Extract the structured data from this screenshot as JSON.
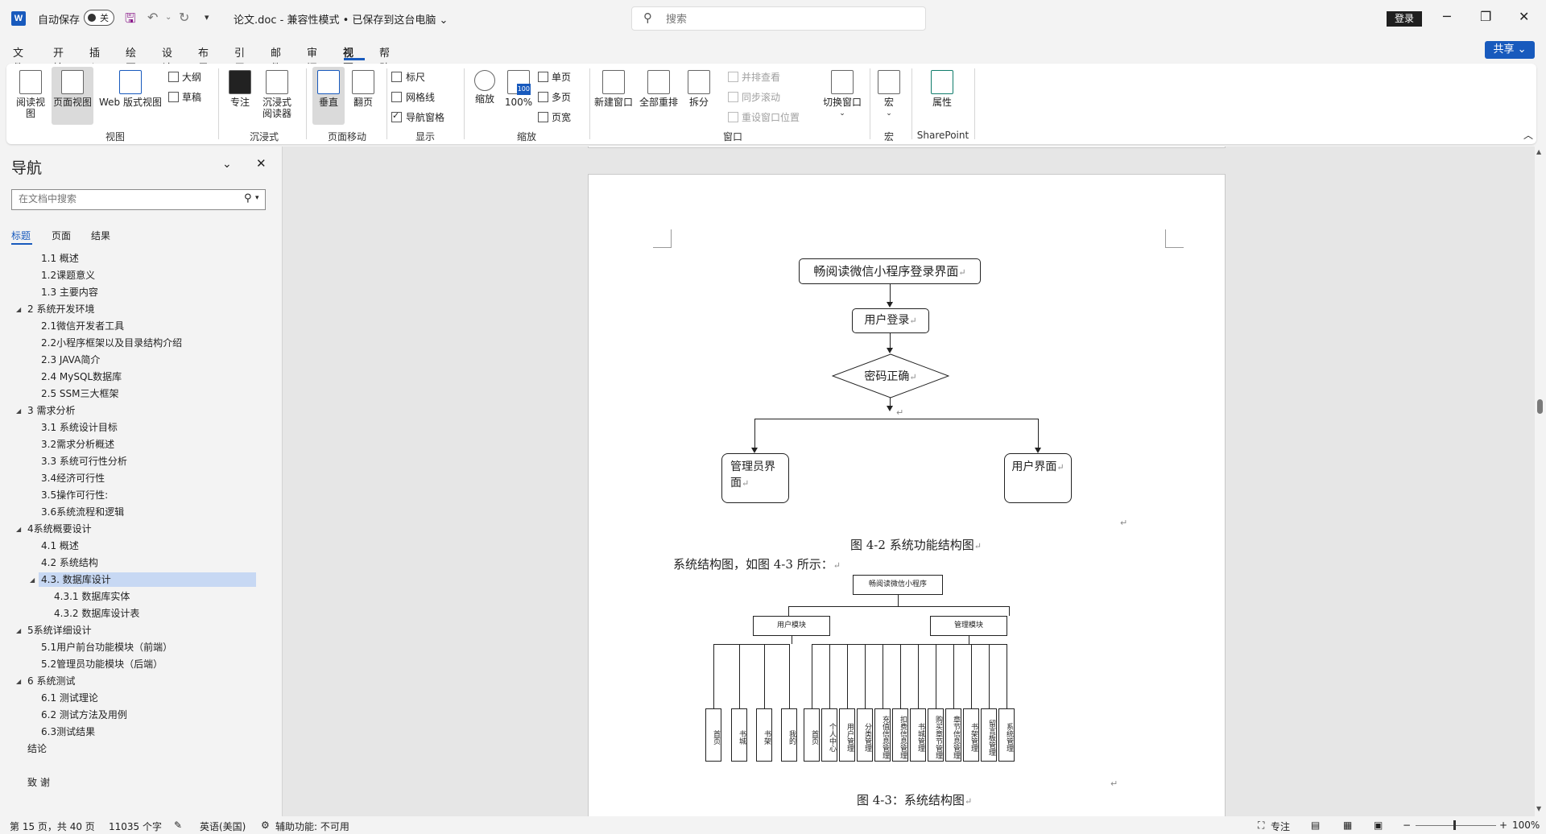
{
  "titlebar": {
    "app_logo": "W",
    "autosave_label": "自动保存",
    "autosave_state": "关",
    "document_title": "论文.doc - 兼容性模式 • 已保存到这台电脑 ⌄",
    "search_placeholder": "搜索",
    "login_label": "登录",
    "minimize": "─",
    "restore": "❐",
    "close": "✕"
  },
  "menu": {
    "items": [
      "文件",
      "开始",
      "插入",
      "绘图",
      "设计",
      "布局",
      "引用",
      "邮件",
      "审阅",
      "视图",
      "帮助"
    ],
    "active": "视图",
    "share_label": "共享 ⌄"
  },
  "ribbon": {
    "views": {
      "read": "阅读视图",
      "print": "页面视图",
      "web": "Web 版式视图",
      "outline": "大纲",
      "draft": "草稿",
      "group_label": "视图"
    },
    "immersive": {
      "focus": "专注",
      "reader": "沉浸式阅读器",
      "group_label": "沉浸式"
    },
    "page_move": {
      "vertical": "垂直",
      "side": "翻页",
      "group_label": "页面移动"
    },
    "show": {
      "ruler": "标尺",
      "gridlines": "网格线",
      "nav_pane": "导航窗格",
      "nav_pane_checked": true,
      "group_label": "显示"
    },
    "zoom": {
      "zoom": "缩放",
      "hundred": "100%",
      "hundred_badge": "100",
      "one_page": "单页",
      "multi_page": "多页",
      "page_width": "页宽",
      "group_label": "缩放"
    },
    "window": {
      "new_window": "新建窗口",
      "arrange_all": "全部重排",
      "split": "拆分",
      "side_by_side": "并排查看",
      "sync_scroll": "同步滚动",
      "reset_position": "重设窗口位置",
      "switch_window": "切换窗口",
      "group_label": "窗口"
    },
    "macros": {
      "macro": "宏",
      "group_label": "宏"
    },
    "sharepoint": {
      "properties": "属性",
      "group_label": "SharePoint"
    }
  },
  "nav": {
    "title": "导航",
    "search_placeholder": "在文档中搜索",
    "tabs": [
      "标题",
      "页面",
      "结果"
    ],
    "active_tab": "标题",
    "items": [
      {
        "text": "1.1 概述",
        "level": 2
      },
      {
        "text": "1.2课题意义",
        "level": 2
      },
      {
        "text": "1.3 主要内容",
        "level": 2
      },
      {
        "text": "2 系统开发环境",
        "level": 1
      },
      {
        "text": "2.1微信开发者工具",
        "level": 2
      },
      {
        "text": "2.2小程序框架以及目录结构介绍",
        "level": 2
      },
      {
        "text": "2.3 JAVA简介",
        "level": 2
      },
      {
        "text": "2.4 MySQL数据库",
        "level": 2
      },
      {
        "text": "2.5 SSM三大框架",
        "level": 2
      },
      {
        "text": "3 需求分析",
        "level": 1
      },
      {
        "text": "3.1 系统设计目标",
        "level": 2
      },
      {
        "text": "3.2需求分析概述",
        "level": 2
      },
      {
        "text": "3.3 系统可行性分析",
        "level": 2
      },
      {
        "text": "3.4经济可行性",
        "level": 2
      },
      {
        "text": "3.5操作可行性:",
        "level": 2
      },
      {
        "text": "3.6系统流程和逻辑",
        "level": 2
      },
      {
        "text": "4系统概要设计",
        "level": 1
      },
      {
        "text": "4.1 概述",
        "level": 2
      },
      {
        "text": "4.2 系统结构",
        "level": 2
      },
      {
        "text": "4.3. 数据库设计",
        "level": 2,
        "selected": true
      },
      {
        "text": "4.3.1 数据库实体",
        "level": 3
      },
      {
        "text": "4.3.2 数据库设计表",
        "level": 3
      },
      {
        "text": "5系统详细设计",
        "level": 1
      },
      {
        "text": "5.1用户前台功能模块（前端）",
        "level": 2
      },
      {
        "text": "5.2管理员功能模块（后端）",
        "level": 2
      },
      {
        "text": "6 系统测试",
        "level": 1
      },
      {
        "text": "6.1 测试理论",
        "level": 2
      },
      {
        "text": "6.2 测试方法及用例",
        "level": 2
      },
      {
        "text": "6.3测试结果",
        "level": 2
      },
      {
        "text": "结论",
        "level": 1
      },
      {
        "text": "",
        "level": 0
      },
      {
        "text": "致 谢",
        "level": 1
      }
    ]
  },
  "document": {
    "flow": {
      "start": "畅阅读微信小程序登录界面",
      "login": "用户登录",
      "check": "密码正确",
      "admin": "管理员界面",
      "user": "用户界面"
    },
    "caption1": "图 4-2 系统功能结构图",
    "paragraph": "系统结构图，如图 4-3 所示：",
    "structure": {
      "root": "畅阅读微信小程序",
      "user_module": "用户模块",
      "admin_module": "管理模块",
      "user_children": [
        "首页",
        "书城",
        "书架",
        "我的"
      ],
      "admin_children": [
        "首页",
        "个人中心",
        "用户管理",
        "分类管理",
        "充值信息管理",
        "扣费信息管理",
        "书城管理",
        "购买章节管理",
        "章节信息管理",
        "书架管理",
        "留言板管理",
        "系统管理"
      ]
    },
    "caption2": "图 4-3：系统结构图",
    "para_mark": "↵"
  },
  "status": {
    "page": "第 15 页，共 40 页",
    "words": "11035 个字",
    "language": "英语(美国)",
    "accessibility": "辅助功能: 不可用",
    "focus": "专注",
    "zoom": "100%"
  }
}
